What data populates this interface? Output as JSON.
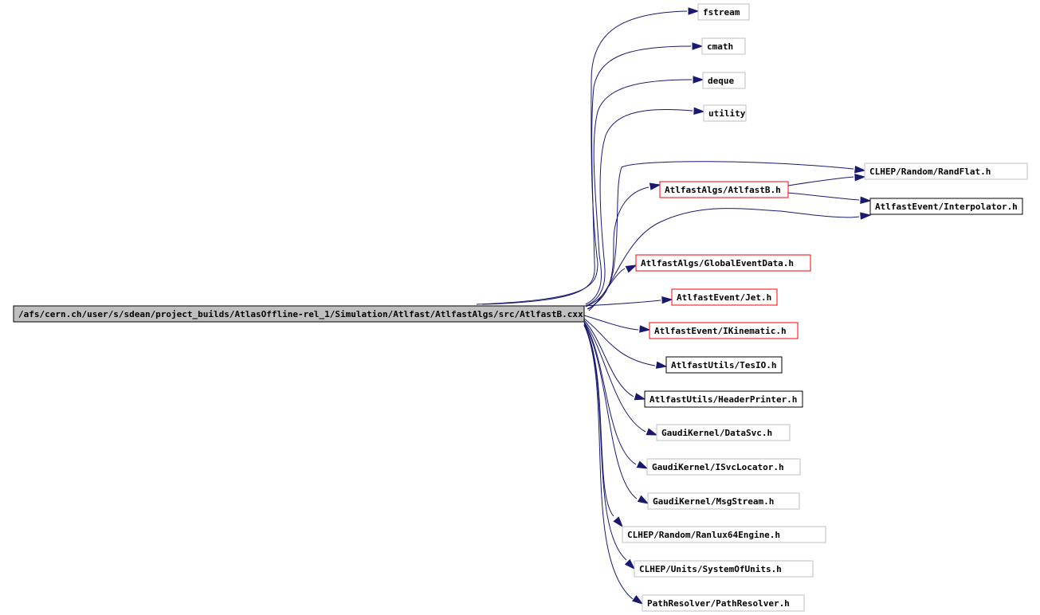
{
  "graph": {
    "edge_color": "#191970",
    "root": {
      "id": "root",
      "label": "/afs/cern.ch/user/s/sdean/project_builds/AtlasOffline-rel_1/Simulation/Atlfast/AtlfastAlgs/src/AtlfastB.cxx",
      "style": "root"
    },
    "nodes": [
      {
        "id": "fstream",
        "label": "fstream",
        "style": "gray"
      },
      {
        "id": "cmath",
        "label": "cmath",
        "style": "gray"
      },
      {
        "id": "deque",
        "label": "deque",
        "style": "gray"
      },
      {
        "id": "utility",
        "label": "utility",
        "style": "gray"
      },
      {
        "id": "randflat",
        "label": "CLHEP/Random/RandFlat.h",
        "style": "gray"
      },
      {
        "id": "atlfastb_h",
        "label": "AtlfastAlgs/AtlfastB.h",
        "style": "red"
      },
      {
        "id": "interpolator",
        "label": "AtlfastEvent/Interpolator.h",
        "style": "black"
      },
      {
        "id": "globaleventdata",
        "label": "AtlfastAlgs/GlobalEventData.h",
        "style": "red"
      },
      {
        "id": "jet",
        "label": "AtlfastEvent/Jet.h",
        "style": "red"
      },
      {
        "id": "ikinematic",
        "label": "AtlfastEvent/IKinematic.h",
        "style": "red"
      },
      {
        "id": "tesio",
        "label": "AtlfastUtils/TesIO.h",
        "style": "black"
      },
      {
        "id": "headerprinter",
        "label": "AtlfastUtils/HeaderPrinter.h",
        "style": "black"
      },
      {
        "id": "datasvc",
        "label": "GaudiKernel/DataSvc.h",
        "style": "gray"
      },
      {
        "id": "isvclocator",
        "label": "GaudiKernel/ISvcLocator.h",
        "style": "gray"
      },
      {
        "id": "msgstream",
        "label": "GaudiKernel/MsgStream.h",
        "style": "gray"
      },
      {
        "id": "ranlux",
        "label": "CLHEP/Random/Ranlux64Engine.h",
        "style": "gray"
      },
      {
        "id": "units",
        "label": "CLHEP/Units/SystemOfUnits.h",
        "style": "gray"
      },
      {
        "id": "pathresolver",
        "label": "PathResolver/PathResolver.h",
        "style": "gray"
      }
    ],
    "edges": [
      {
        "from": "root",
        "to": "fstream"
      },
      {
        "from": "root",
        "to": "cmath"
      },
      {
        "from": "root",
        "to": "deque"
      },
      {
        "from": "root",
        "to": "utility"
      },
      {
        "from": "root",
        "to": "randflat"
      },
      {
        "from": "root",
        "to": "atlfastb_h"
      },
      {
        "from": "root",
        "to": "interpolator"
      },
      {
        "from": "root",
        "to": "globaleventdata"
      },
      {
        "from": "root",
        "to": "jet"
      },
      {
        "from": "root",
        "to": "ikinematic"
      },
      {
        "from": "root",
        "to": "tesio"
      },
      {
        "from": "root",
        "to": "headerprinter"
      },
      {
        "from": "root",
        "to": "datasvc"
      },
      {
        "from": "root",
        "to": "isvclocator"
      },
      {
        "from": "root",
        "to": "msgstream"
      },
      {
        "from": "root",
        "to": "ranlux"
      },
      {
        "from": "root",
        "to": "units"
      },
      {
        "from": "root",
        "to": "pathresolver"
      },
      {
        "from": "atlfastb_h",
        "to": "randflat"
      },
      {
        "from": "atlfastb_h",
        "to": "interpolator"
      }
    ]
  }
}
